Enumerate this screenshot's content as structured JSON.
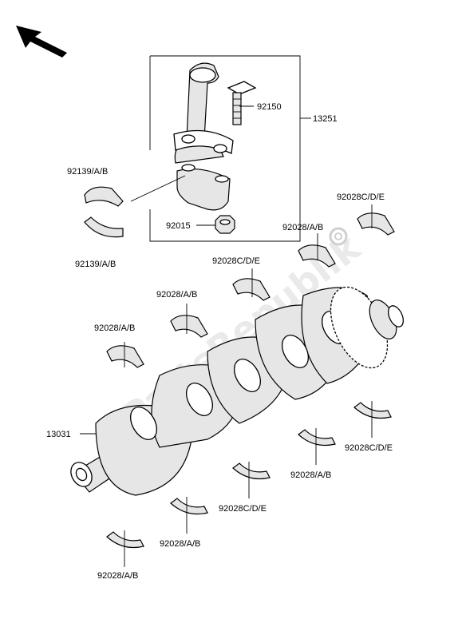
{
  "labels": {
    "rod_bolt": "92150",
    "rod_assembly": "13251",
    "rod_bearing_upper": "92139/A/B",
    "rod_bearing_lower": "92139/A/B",
    "rod_nut": "92015",
    "crankshaft": "13031",
    "main_top_1": "92028/A/B",
    "main_top_2": "92028/A/B",
    "main_top_3": "92028C/D/E",
    "main_top_4": "92028/A/B",
    "main_top_5": "92028C/D/E",
    "main_bottom_1": "92028/A/B",
    "main_bottom_2": "92028/A/B",
    "main_bottom_3": "92028C/D/E",
    "main_bottom_4": "92028/A/B",
    "main_bottom_5": "92028C/D/E"
  },
  "watermark": "PartsRepublik",
  "icons": {
    "direction": "front-direction-arrow-icon",
    "watermark_gear": "gear-icon"
  }
}
